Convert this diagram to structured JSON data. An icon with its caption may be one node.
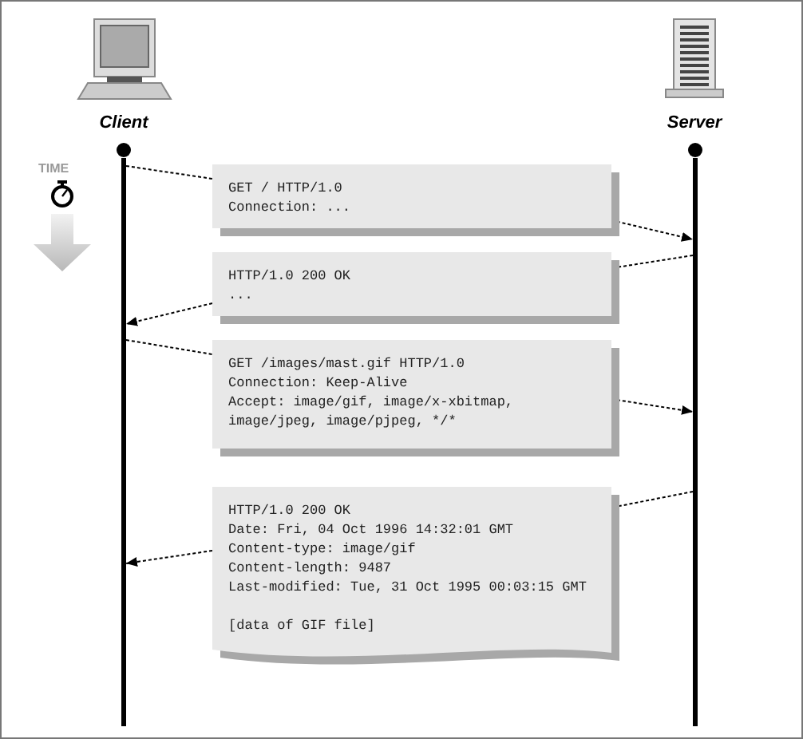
{
  "diagram": {
    "nodes": [
      {
        "text": [
          "Client"
        ]
      },
      {
        "text": [],
        "shape": "bar"
      },
      {
        "text": [
          "Server"
        ]
      },
      {
        "text": [],
        "shape": "bar"
      },
      {
        "text": [
          "GET / HTTP/1.0",
          "Connection: ..."
        ]
      },
      {
        "text": [
          "HTTP/1.0 200 OK",
          "..."
        ]
      },
      {
        "text": [
          "GET /images/mast.gif HTTP/1.0",
          "Connection: Keep-Alive",
          "Accept: image/gif, image/x-xbitmap, image/jpeg, image/pjpeg, */*"
        ]
      },
      {
        "text": [
          "HTTP/1.0 200 OK",
          "Date: Fri, 04 Oct 1996 14:32:01 GMT",
          "Content-type: image/gif",
          "Content-length: 9487",
          "Last-modified: Tue, 31 Oct 1995 00:03:15 GMT",
          "[data of GIF file]"
        ]
      }
    ],
    "edges": [
      {
        "from": 1,
        "to": 4,
        "arrow": "none"
      },
      {
        "from": 4,
        "to": 3,
        "arrow": "to"
      },
      {
        "from": 3,
        "to": 5,
        "arrow": "none"
      },
      {
        "from": 5,
        "to": 1,
        "arrow": "to"
      },
      {
        "from": 1,
        "to": 6,
        "arrow": "none"
      },
      {
        "from": 6,
        "to": 3,
        "arrow": "to"
      },
      {
        "from": 3,
        "to": 7,
        "arrow": "none"
      },
      {
        "from": 7,
        "to": 1,
        "arrow": "to"
      }
    ],
    "labels": [
      "TIME"
    ]
  }
}
